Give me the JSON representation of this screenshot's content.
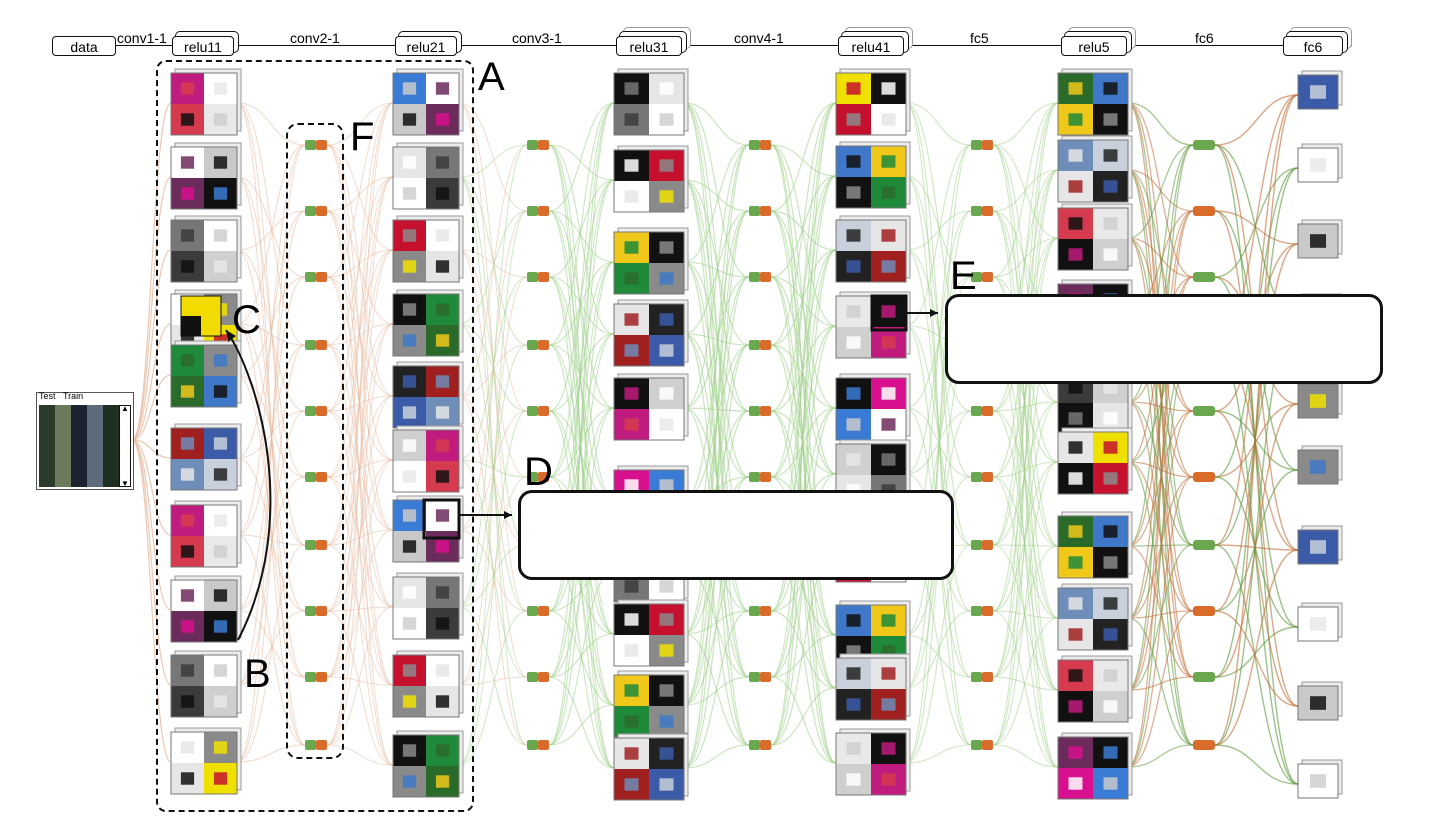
{
  "layers": {
    "data": "data",
    "relu11": "relu11",
    "relu21": "relu21",
    "relu31": "relu31",
    "relu41": "relu41",
    "relu5": "relu5",
    "fc6": "fc6"
  },
  "connections": {
    "conv1_1": "conv1-1",
    "conv2_1": "conv2-1",
    "conv3_1": "conv3-1",
    "conv4_1": "conv4-1",
    "fc5": "fc5",
    "fc6": "fc6"
  },
  "annotations": {
    "A": "A",
    "B": "B",
    "C": "C",
    "D": "D",
    "E": "E",
    "F": "F"
  },
  "dataset": {
    "tab_test": "Test",
    "tab_train": "Train"
  },
  "colors": {
    "pill_green": "#6aa84f",
    "pill_orange": "#d96b2b",
    "edge_orange": "#e6b9a0",
    "edge_green": "#9fd08a",
    "edge_dark_green": "#5e9a3e",
    "edge_dark_orange": "#c0703a"
  }
}
